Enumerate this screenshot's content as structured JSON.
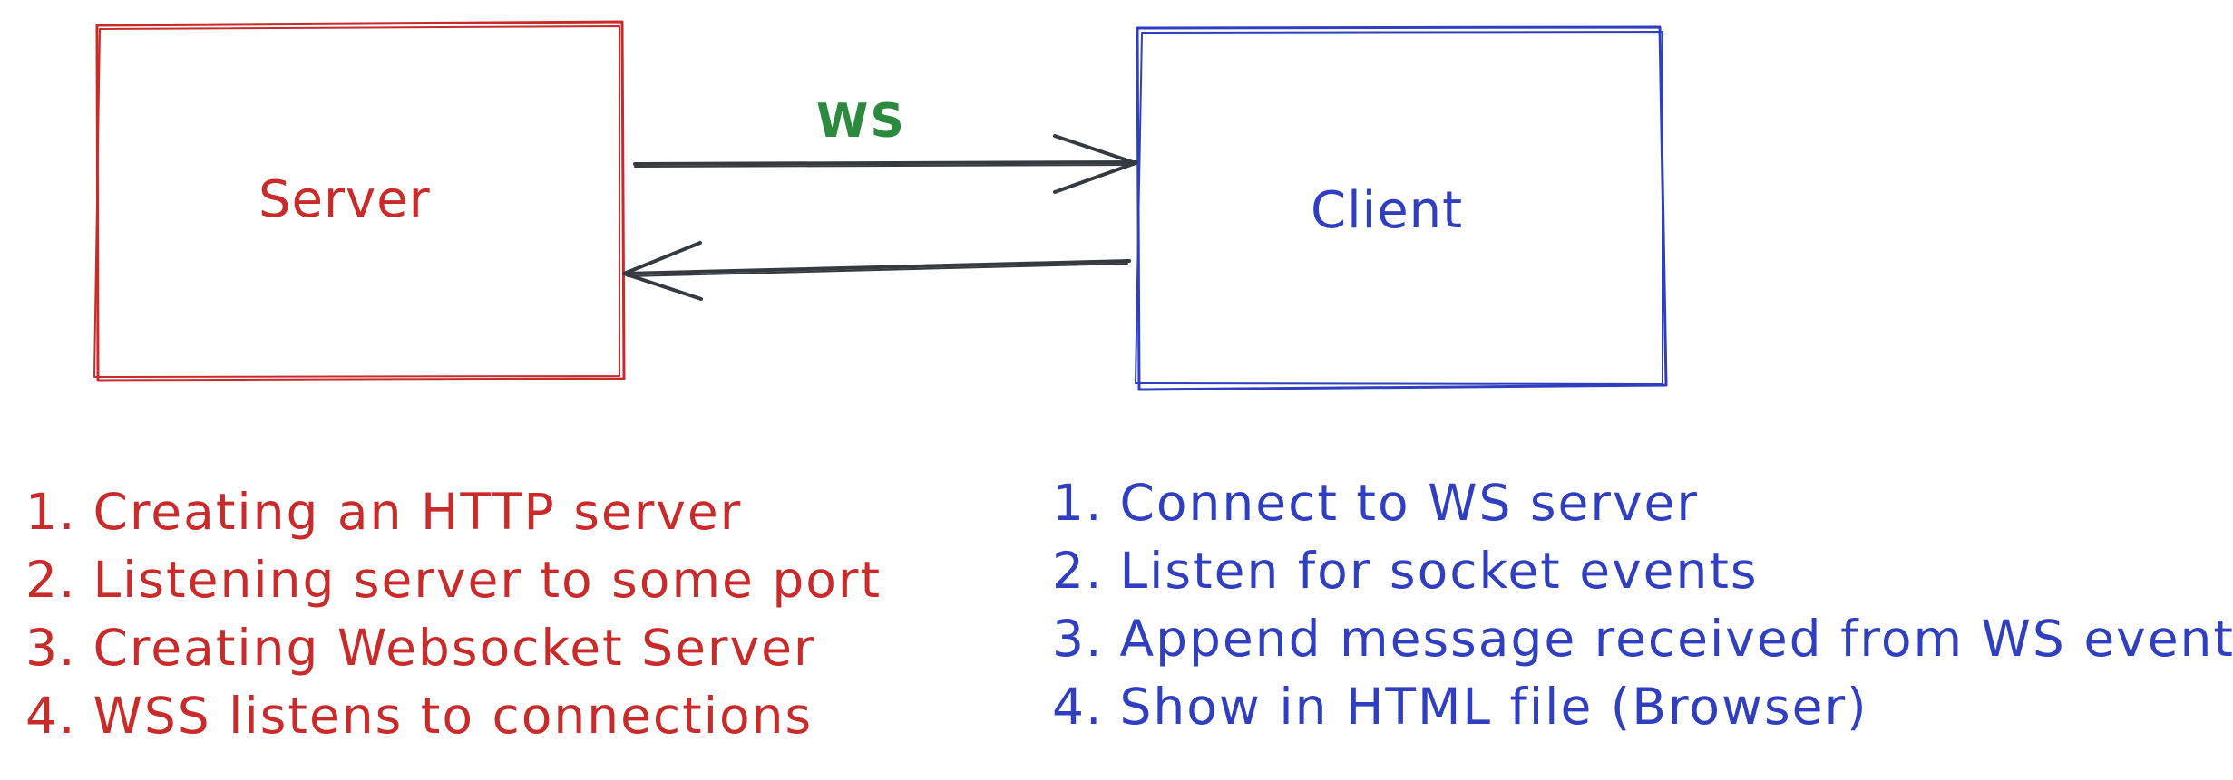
{
  "colors": {
    "server": "#c92a2a",
    "client": "#2f3fbf",
    "ws": "#2b8a3e",
    "arrow": "#343a40"
  },
  "server": {
    "label": "Server"
  },
  "client": {
    "label": "Client"
  },
  "connection": {
    "label": "WS"
  },
  "server_steps": [
    {
      "num": "1.",
      "text": "Creating an HTTP server"
    },
    {
      "num": "2.",
      "text": "Listening server to some port"
    },
    {
      "num": "3.",
      "text": "Creating Websocket Server"
    },
    {
      "num": "4.",
      "text": "WSS listens to connections"
    }
  ],
  "client_steps": [
    {
      "num": "1.",
      "text": "Connect to WS server"
    },
    {
      "num": "2.",
      "text": "Listen for socket events"
    },
    {
      "num": "3.",
      "text": "Append message received from WS event"
    },
    {
      "num": "4.",
      "text": "Show in HTML file (Browser)"
    }
  ]
}
